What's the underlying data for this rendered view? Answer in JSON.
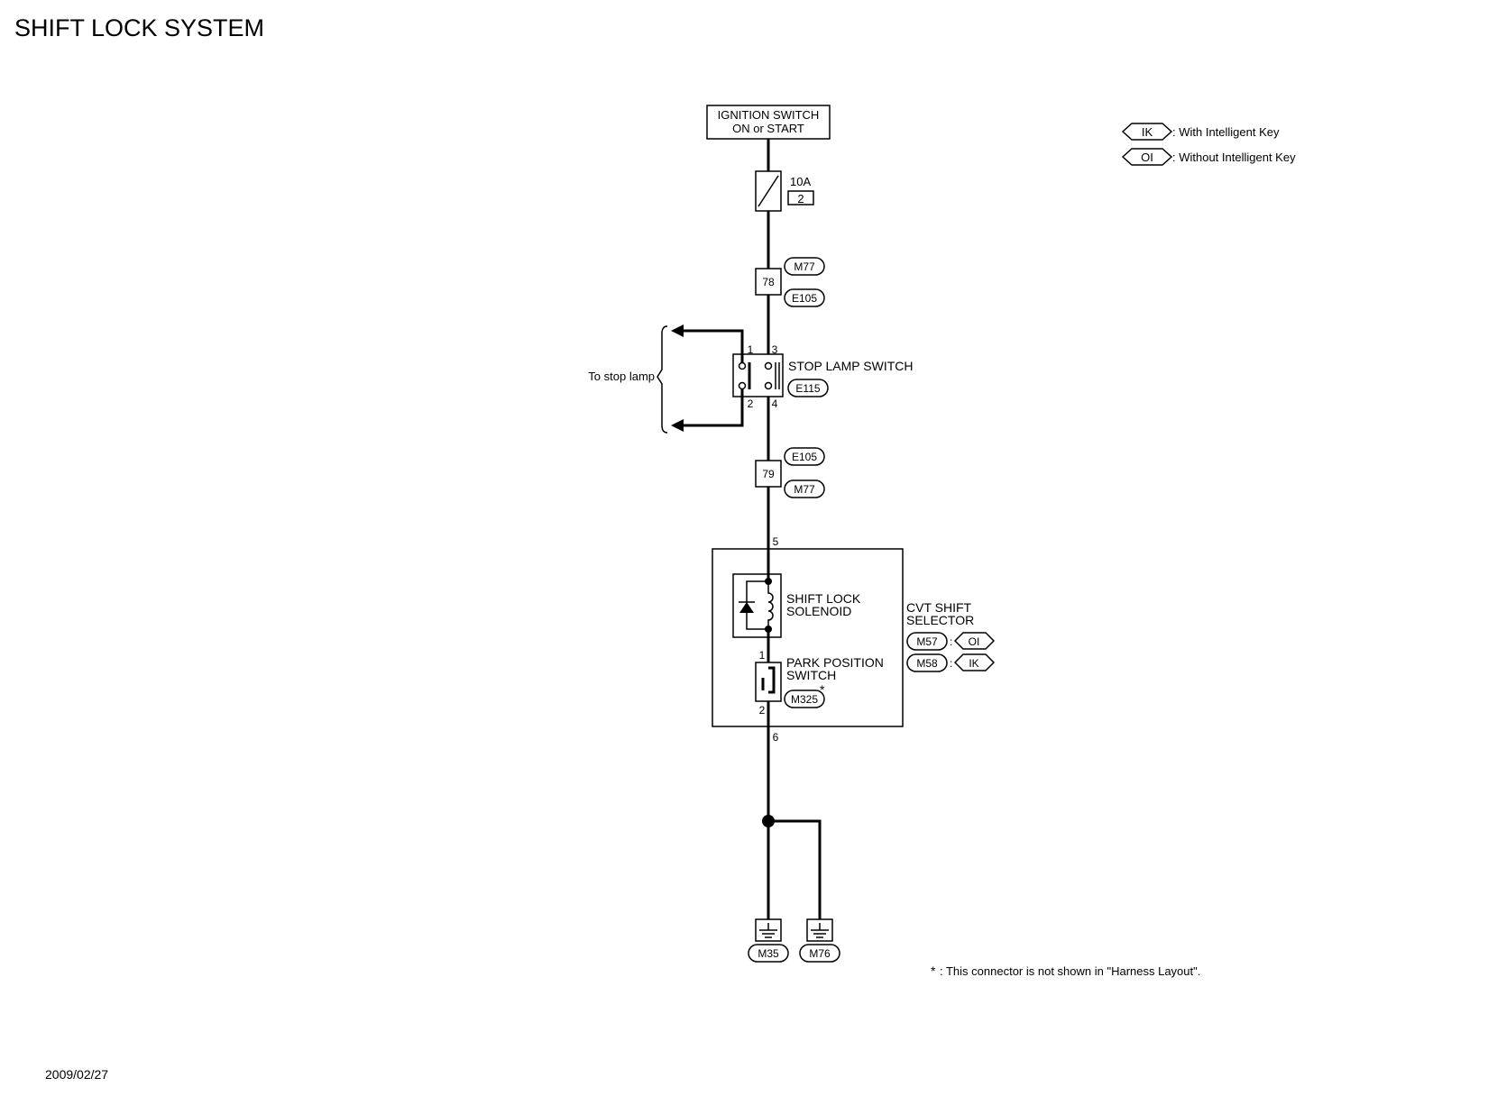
{
  "title": "SHIFT LOCK SYSTEM",
  "date": "2009/02/27",
  "legend": [
    {
      "code": "IK",
      "text": ": With Intelligent Key"
    },
    {
      "code": "OI",
      "text": ": Without Intelligent Key"
    }
  ],
  "power": {
    "line1": "IGNITION SWITCH",
    "line2": "ON or START"
  },
  "fuse": {
    "rating": "10A",
    "number": "2"
  },
  "joint_top": {
    "pin": "78",
    "upper": "M77",
    "lower": "E105"
  },
  "stop_lamp_switch": {
    "label": "STOP LAMP SWITCH",
    "connector": "E115",
    "pins": [
      "1",
      "3",
      "2",
      "4"
    ],
    "to_label": "To stop lamp"
  },
  "joint_bottom": {
    "pin": "79",
    "upper": "E105",
    "lower": "M77"
  },
  "selector": {
    "line1": "CVT SHIFT",
    "line2": "SELECTOR",
    "variants": [
      {
        "connector": "M57",
        "sep": ":",
        "code": "OI"
      },
      {
        "connector": "M58",
        "sep": ":",
        "code": "IK"
      }
    ],
    "pin_in": "5",
    "pin_out": "6",
    "solenoid": {
      "line1": "SHIFT LOCK",
      "line2": "SOLENOID"
    },
    "park_switch": {
      "line1": "PARK POSITION",
      "line2": "SWITCH",
      "connector": "M325",
      "mark": "*",
      "pin_top": "1",
      "pin_bottom": "2"
    }
  },
  "grounds": [
    "M35",
    "M76"
  ],
  "footnote": {
    "mark": "*",
    "text": ": This connector is not shown in \"Harness Layout\"."
  }
}
